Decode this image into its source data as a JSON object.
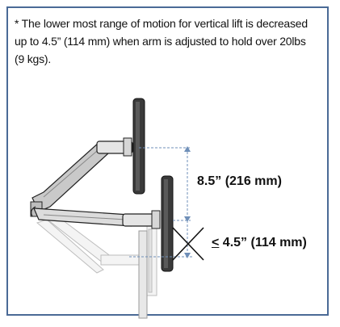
{
  "note_text": "* The lower most range of motion for vertical lift is decreased up to 4.5” (114 mm) when arm is adjusted to hold over 20lbs (9 kgs).",
  "dimension_upper": "8.5” (216 mm)",
  "dimension_lower_symbol": "<",
  "dimension_lower": "4.5” (114 mm)",
  "colors": {
    "frame_border": "#4a6a96",
    "dimension_line": "#6f8fb8",
    "cross_mark": "#111111",
    "arm_fill": "#c9c9c9",
    "ghost_fill": "#f2f2f2"
  }
}
